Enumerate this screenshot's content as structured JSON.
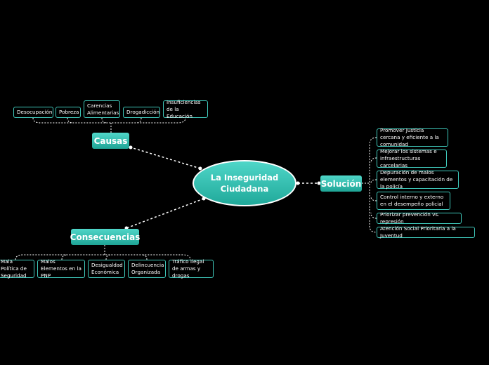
{
  "central": {
    "label": "La Inseguridad Ciudadana"
  },
  "causas": {
    "label": "Causas",
    "items": [
      "Desocupación",
      "Pobreza",
      "Carencias Alimentarias",
      "Drogadicción",
      "Insuficiencias de la Educación"
    ]
  },
  "consecuencias": {
    "label": "Consecuencias",
    "items": [
      "Mala Política de Seguridad",
      "Malos Elementos en la PNP",
      "Desigualdad Económica",
      "Delincuencia Organizada",
      "Tráfico Ilegal de armas y drogas"
    ]
  },
  "solucion": {
    "label": "Solución",
    "items": [
      "Promover Justicia cercana y eficiente a la comunidad",
      "Mejorar los sistemas e infraestructuras carcelarias",
      "Depuración de malos elementos y capacitación de la policía",
      "Control interno y externo en el desempeño policial",
      "Priorizar prevención vs. represión",
      "Atención Social Prioritaria a la Juventud"
    ]
  },
  "colors": {
    "accent": "#2fbfb0",
    "background": "#000000",
    "text": "#ffffff"
  }
}
